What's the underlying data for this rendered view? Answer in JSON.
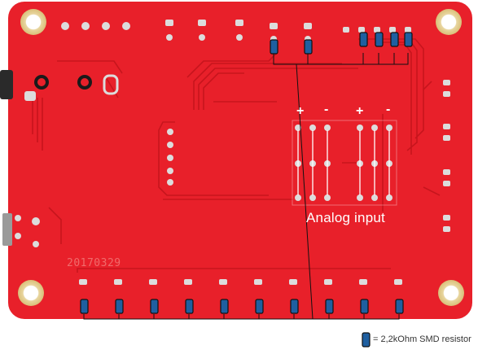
{
  "board": {
    "color": "#e8202a",
    "trace_color": "#c4141c",
    "pad_color": "#dcdcdc",
    "mount_hole_color": "#ecd9a6",
    "date_code": "20170329",
    "analog_label": "Analog input",
    "polarity_marks": [
      "+",
      "-",
      "+",
      "-"
    ]
  },
  "annotation": {
    "resistor_color": "#1f5fa0",
    "wire_color": "#111111",
    "legend_text": "= 2,2kOhm SMD resistor",
    "legend_icon": "smd-resistor-icon"
  }
}
